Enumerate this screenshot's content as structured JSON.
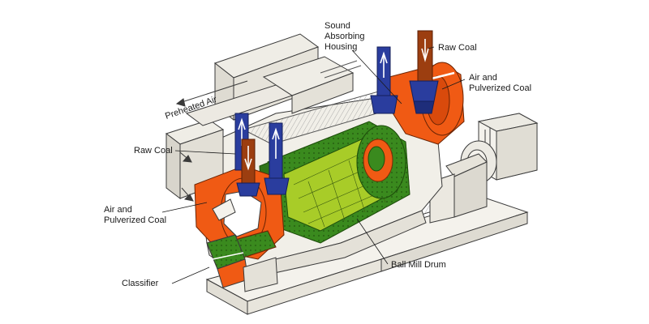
{
  "labels": {
    "preheated_air": "Preheated Air",
    "sound_housing_line1": "Sound",
    "sound_housing_line2": "Absorbing",
    "sound_housing_line3": "Housing",
    "raw_coal_top": "Raw Coal",
    "air_pulverized_right_line1": "Air and",
    "air_pulverized_right_line2": "Pulverized Coal",
    "raw_coal_left": "Raw Coal",
    "air_pulverized_left_line1": "Air and",
    "air_pulverized_left_line2": "Pulverized Coal",
    "classifier": "Classifier",
    "ball_mill_drum": "Ball Mill Drum"
  },
  "colors": {
    "outline": "#3a3a3a",
    "housing_fill": "#f4f2ec",
    "orange": "#f05a14",
    "green_dark": "#3a8a1e",
    "green_light": "#a8cc28",
    "blue_pipe": "#2a3d9e",
    "brown_pipe": "#9c3e10"
  }
}
